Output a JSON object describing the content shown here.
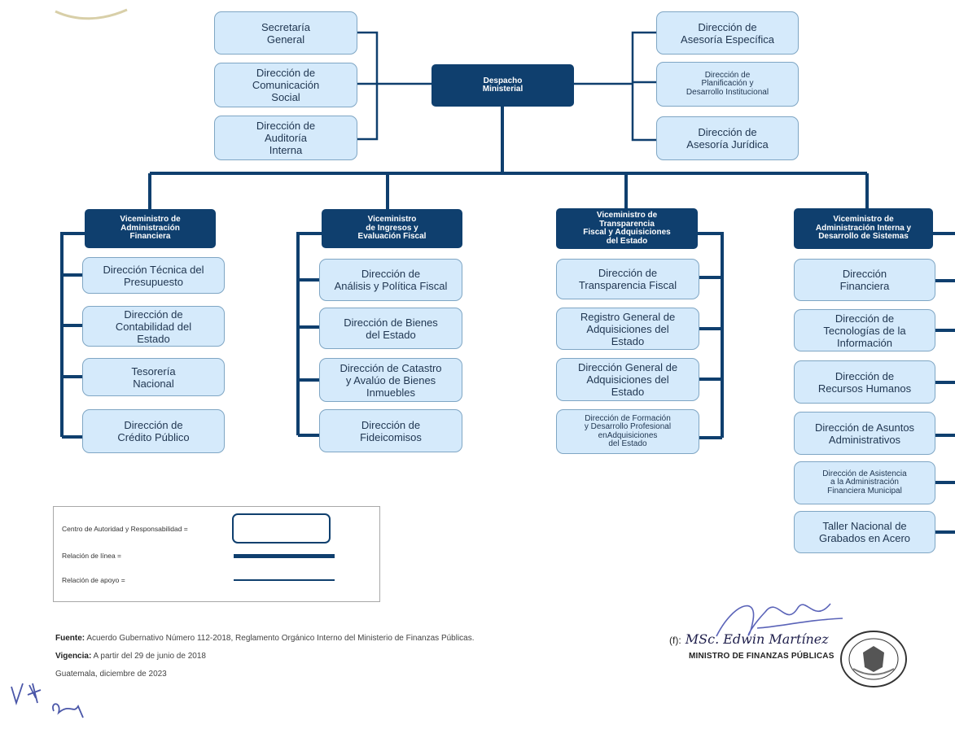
{
  "top": {
    "despacho": "Despacho\nMinisterial",
    "left_units": [
      "Secretaría\nGeneral",
      "Dirección de\nComunicación\nSocial",
      "Dirección de\nAuditoría\nInterna"
    ],
    "right_units": [
      "Dirección de\nAsesoría Específica",
      "Dirección de\nPlanificación y\nDesarrollo Institucional",
      "Dirección de\nAsesoría Jurídica"
    ]
  },
  "viceministerios": [
    {
      "title": "Viceministro de\nAdministración\nFinanciera",
      "units": [
        "Dirección Técnica del\nPresupuesto",
        "Dirección de\nContabilidad del\nEstado",
        "Tesorería\nNacional",
        "Dirección de\nCrédito Público"
      ]
    },
    {
      "title": "Viceministro\nde Ingresos y\nEvaluación Fiscal",
      "units": [
        "Dirección de\nAnálisis y Política Fiscal",
        "Dirección de Bienes\ndel Estado",
        "Dirección de Catastro\ny Avalúo de Bienes\nInmuebles",
        "Dirección de\nFideicomisos"
      ]
    },
    {
      "title": "Viceministro de\nTransparencia\nFiscal y Adquisiciones\ndel Estado",
      "units": [
        "Dirección de\nTransparencia Fiscal",
        "Registro General de\nAdquisiciones del\nEstado",
        "Dirección General de\nAdquisiciones del\nEstado",
        "Dirección de Formación\ny Desarrollo Profesional\nenAdquisiciones\ndel Estado"
      ]
    },
    {
      "title": "Viceministro de\nAdministración Interna y\nDesarrollo de Sistemas",
      "units": [
        "Dirección\nFinanciera",
        "Dirección de\nTecnologías de la\nInformación",
        "Dirección de\nRecursos Humanos",
        "Dirección de Asuntos\nAdministrativos",
        "Dirección de Asistencia\na la Administración\nFinanciera Municipal",
        "Taller Nacional de\nGrabados en Acero"
      ]
    }
  ],
  "legend": {
    "car": "Centro de Autoridad y Responsabilidad =",
    "linea": "Relación de línea =",
    "apoyo": "Relación de apoyo ="
  },
  "footer": {
    "fuente_label": "Fuente:",
    "fuente_text": " Acuerdo Gubernativo Número 112-2018, Reglamento Orgánico Interno del Ministerio de Finanzas Públicas.",
    "vigencia_label": "Vigencia:",
    "vigencia_text": " A partir del 29 de junio de 2018",
    "lugar": "Guatemala, diciembre de 2023"
  },
  "signature": {
    "prefix": "(f):",
    "name": "MSc. Edwin Martínez",
    "title": "MINISTRO DE FINANZAS PÚBLICAS"
  },
  "colors": {
    "dark": "#0f3f6e",
    "light_fill": "#d5eafb",
    "light_border": "#7fa6c4"
  }
}
